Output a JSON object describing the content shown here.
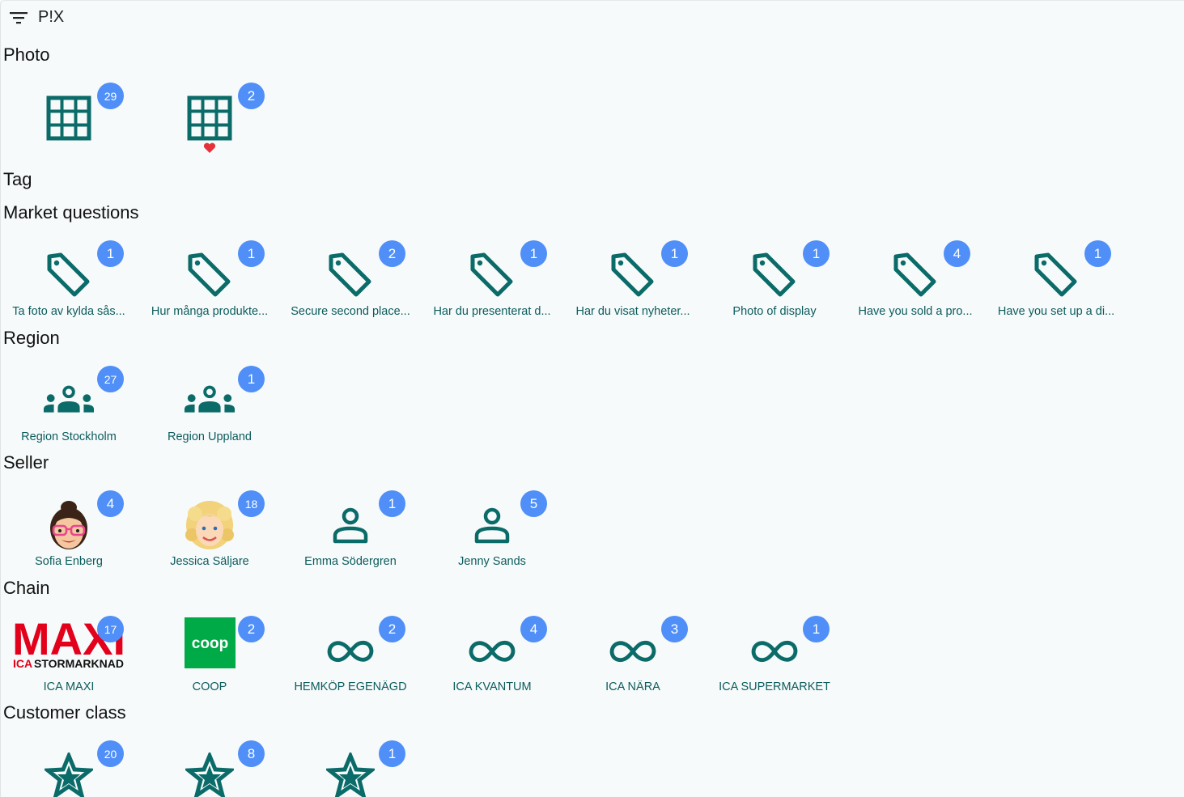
{
  "app": {
    "title": "P!X"
  },
  "colors": {
    "accent": "#0b6b68",
    "badge": "#4f8ff7",
    "label": "#0d5c5c"
  },
  "sections": {
    "photo": {
      "title": "Photo",
      "items": [
        {
          "badge": "29",
          "icon": "grid-icon"
        },
        {
          "badge": "2",
          "icon": "grid-icon",
          "heart_icon": "heart-icon"
        }
      ]
    },
    "tag": {
      "title": "Tag"
    },
    "market_questions": {
      "title": "Market questions",
      "items": [
        {
          "badge": "1",
          "label": "Ta foto av kylda sås..."
        },
        {
          "badge": "1",
          "label": "Hur många produkte..."
        },
        {
          "badge": "2",
          "label": "Secure second place..."
        },
        {
          "badge": "1",
          "label": "Har du presenterat d..."
        },
        {
          "badge": "1",
          "label": "Har du visat nyheter..."
        },
        {
          "badge": "1",
          "label": "Photo of display"
        },
        {
          "badge": "4",
          "label": "Have you sold a pro..."
        },
        {
          "badge": "1",
          "label": "Have you set up a di..."
        }
      ]
    },
    "region": {
      "title": "Region",
      "items": [
        {
          "badge": "27",
          "label": "Region Stockholm"
        },
        {
          "badge": "1",
          "label": "Region Uppland"
        }
      ]
    },
    "seller": {
      "title": "Seller",
      "items": [
        {
          "badge": "4",
          "label": "Sofia Enberg",
          "icon": "avatar-brunette"
        },
        {
          "badge": "18",
          "label": "Jessica Säljare",
          "icon": "avatar-blonde"
        },
        {
          "badge": "1",
          "label": "Emma Södergren",
          "icon": "person-icon"
        },
        {
          "badge": "5",
          "label": "Jenny Sands",
          "icon": "person-icon"
        }
      ]
    },
    "chain": {
      "title": "Chain",
      "items": [
        {
          "badge": "17",
          "label": "ICA MAXI",
          "logo_word": "MAXI",
          "logo_sub_brand": "ICA",
          "logo_sub": "STORMARKNAD"
        },
        {
          "badge": "2",
          "label": "COOP",
          "logo_word": "coop"
        },
        {
          "badge": "2",
          "label": "HEMKÖP EGENÄGD"
        },
        {
          "badge": "4",
          "label": "ICA KVANTUM"
        },
        {
          "badge": "3",
          "label": "ICA NÄRA"
        },
        {
          "badge": "1",
          "label": "ICA SUPERMARKET"
        }
      ]
    },
    "customer_class": {
      "title": "Customer class",
      "items": [
        {
          "badge": "20"
        },
        {
          "badge": "8"
        },
        {
          "badge": "1"
        }
      ]
    }
  }
}
